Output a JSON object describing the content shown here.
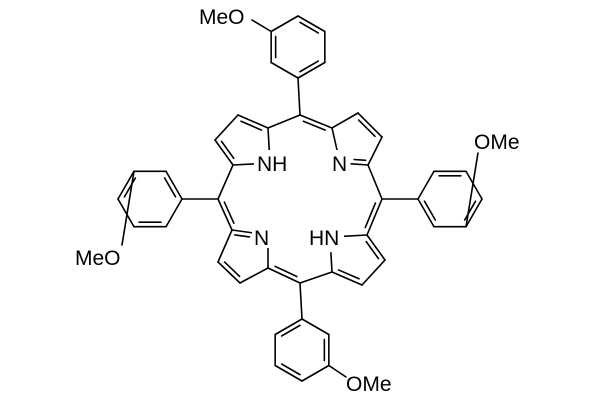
{
  "molecule": {
    "atom_labels": {
      "nh_top": "NH",
      "n_top": "N",
      "n_bottom": "N",
      "hn_bottom": "HN"
    },
    "substituents": {
      "top": "MeO",
      "left": "MeO",
      "right": "OMe",
      "bottom": "OMe"
    }
  }
}
